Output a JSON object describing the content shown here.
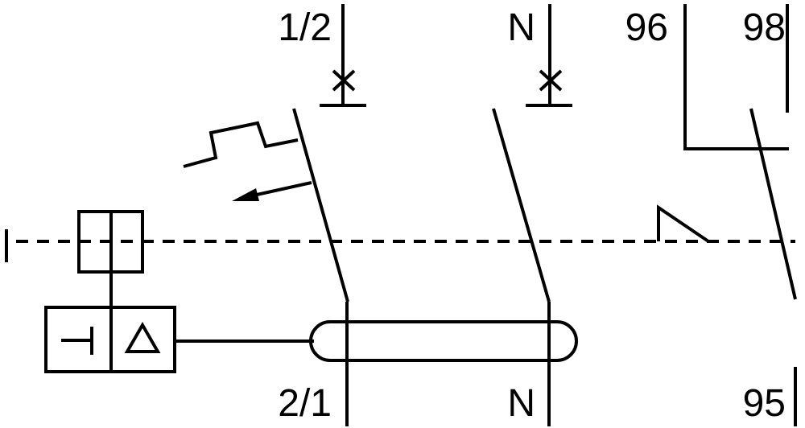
{
  "terminals": {
    "line_top": "1/2",
    "neutral_top": "N",
    "aux_96": "96",
    "aux_98": "98",
    "line_bottom": "2/1",
    "neutral_bottom": "N",
    "aux_95": "95"
  },
  "colors": {
    "stroke": "#000000",
    "background": "#ffffff"
  },
  "symbols": [
    "thermal-trip-icon",
    "magnetic-trip-icon",
    "test-button-icon",
    "residual-current-icon",
    "toroidal-transformer-icon",
    "pawl-latch-icon"
  ]
}
